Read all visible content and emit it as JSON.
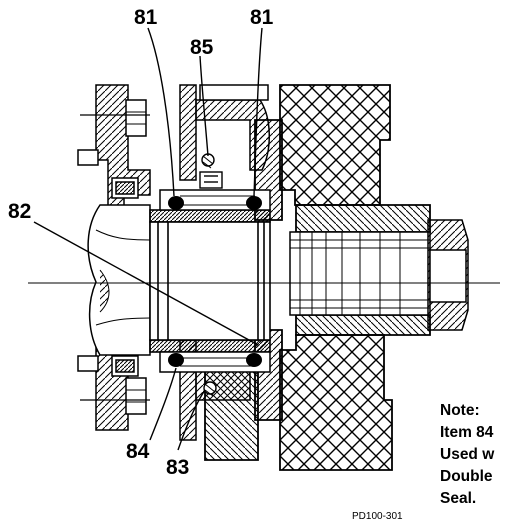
{
  "callouts": {
    "top_left": "81",
    "top_right": "81",
    "top_mid": "85",
    "left": "82",
    "bottom_left": "84",
    "bottom_mid": "83"
  },
  "note_lines": [
    "Note:",
    "Item 84",
    "Used w",
    "Double",
    "Seal."
  ],
  "drawing_code": "PD100-301",
  "colors": {
    "line": "#000000",
    "background": "#ffffff"
  }
}
